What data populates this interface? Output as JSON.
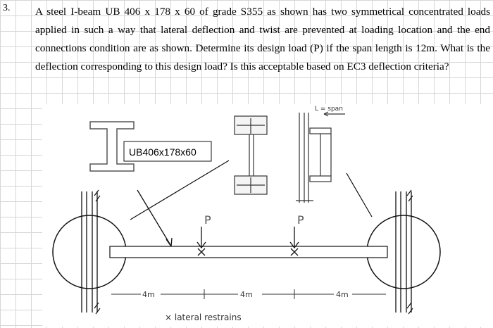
{
  "question": {
    "number": "3.",
    "text": "A steel I-beam UB 406 x 178 x 60 of grade S355 as shown has two symmetrical concentrated loads applied in such a way that lateral deflection and twist are prevented at loading location and the end connections condition are as shown. Determine its design load (P) if the span length is 12m. What is the deflection corresponding to this design load? Is this acceptable based on EC3 deflection criteria?"
  },
  "figure": {
    "section_label": "UB406x178x60",
    "span_note": "L = span",
    "load_left": "P",
    "load_right": "P",
    "dim_left": "4m",
    "dim_mid": "4m",
    "dim_right": "4m",
    "legend": "× lateral restrains"
  }
}
